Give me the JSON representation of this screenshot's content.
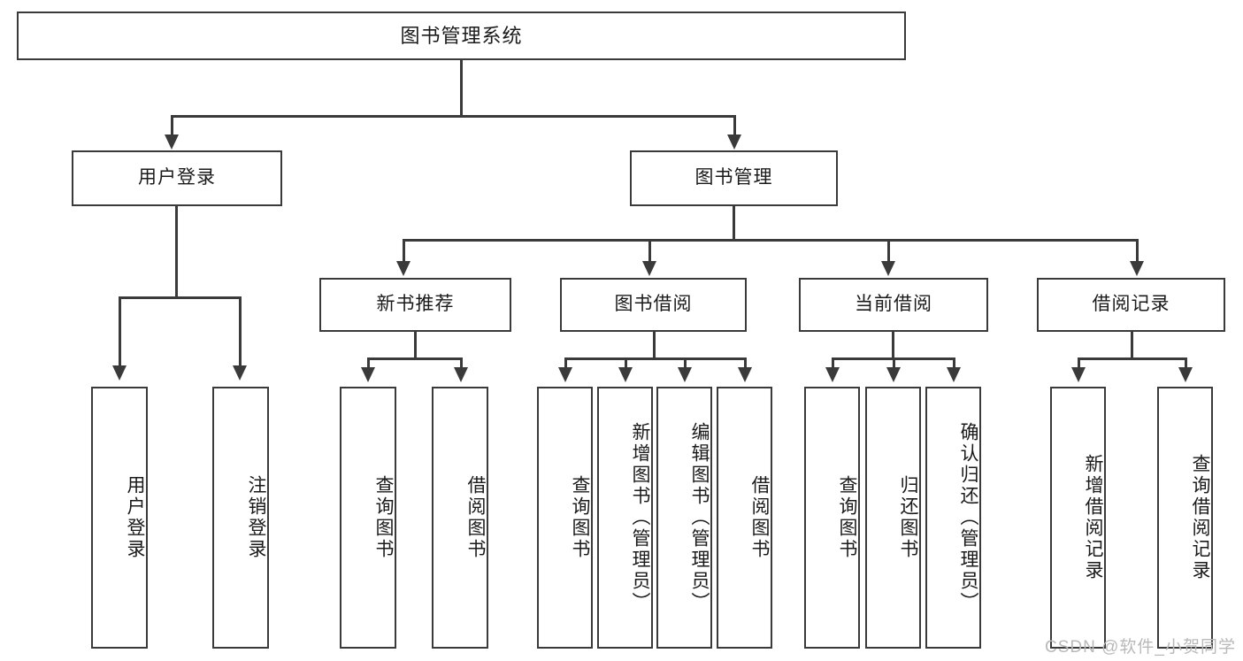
{
  "diagram": {
    "type": "tree-hierarchy",
    "title": "图书管理系统",
    "root": {
      "label": "图书管理系统"
    },
    "level1": [
      {
        "id": "user-login",
        "label": "用户登录"
      },
      {
        "id": "book-manage",
        "label": "图书管理"
      }
    ],
    "level2": [
      {
        "id": "new-book-recommend",
        "label": "新书推荐",
        "parent": "book-manage"
      },
      {
        "id": "book-borrow",
        "label": "图书借阅",
        "parent": "book-manage"
      },
      {
        "id": "current-borrow",
        "label": "当前借阅",
        "parent": "book-manage"
      },
      {
        "id": "borrow-record",
        "label": "借阅记录",
        "parent": "book-manage"
      }
    ],
    "leaves": {
      "user-login": [
        {
          "id": "leaf-user-login",
          "label": "用户登录"
        },
        {
          "id": "leaf-user-logout",
          "label": "注销登录"
        }
      ],
      "new-book-recommend": [
        {
          "id": "leaf-query-book-1",
          "label": "查询图书"
        },
        {
          "id": "leaf-borrow-book-1",
          "label": "借阅图书"
        }
      ],
      "book-borrow": [
        {
          "id": "leaf-query-book-2",
          "label": "查询图书"
        },
        {
          "id": "leaf-add-book",
          "label": "新增图书（管理员）"
        },
        {
          "id": "leaf-edit-book",
          "label": "编辑图书（管理员）"
        },
        {
          "id": "leaf-borrow-book-2",
          "label": "借阅图书"
        }
      ],
      "current-borrow": [
        {
          "id": "leaf-query-book-3",
          "label": "查询图书"
        },
        {
          "id": "leaf-return-book",
          "label": "归还图书"
        },
        {
          "id": "leaf-confirm-return",
          "label": "确认归还（管理员）"
        }
      ],
      "borrow-record": [
        {
          "id": "leaf-add-record",
          "label": "新增借阅记录"
        },
        {
          "id": "leaf-query-record",
          "label": "查询借阅记录"
        }
      ]
    }
  },
  "watermark": {
    "text": "CSDN @软件_小贺同学"
  },
  "colors": {
    "stroke": "#3a3a3a",
    "box_fill": "#ffffff",
    "text": "#1a1a1a",
    "watermark": "#b9b9b9",
    "background": "#ffffff"
  }
}
